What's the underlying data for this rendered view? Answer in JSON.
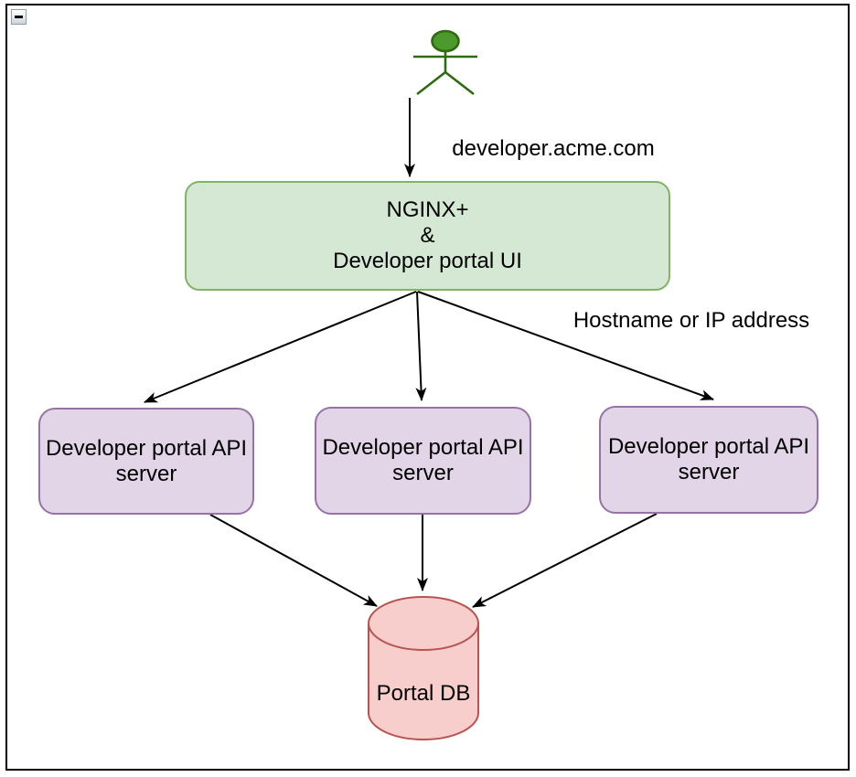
{
  "window": {
    "collapse_control": {
      "icon": "minus-icon",
      "symbol": "−"
    }
  },
  "colors": {
    "frame_border": "#000000",
    "node_green_fill": "#d5e8d4",
    "node_green_stroke": "#82b366",
    "node_purple_fill": "#e1d5e7",
    "node_purple_stroke": "#9673a6",
    "db_fill": "#f8cecc",
    "db_stroke": "#b85450",
    "actor_fill": "#4c9a2e",
    "actor_stroke": "#2d6a10",
    "edge_color": "#000000"
  },
  "diagram": {
    "nodes": {
      "nginx": {
        "lines": [
          "NGINX+",
          "&",
          "Developer portal UI"
        ]
      },
      "api_left": {
        "lines": [
          "Developer portal API",
          "server"
        ]
      },
      "api_middle": {
        "lines": [
          "Developer portal API",
          "server"
        ]
      },
      "api_right": {
        "lines": [
          "Developer portal API",
          "server"
        ]
      },
      "db": {
        "label": "Portal DB"
      }
    },
    "edge_labels": {
      "ingress": "developer.acme.com",
      "lb": "Hostname or IP address"
    }
  }
}
